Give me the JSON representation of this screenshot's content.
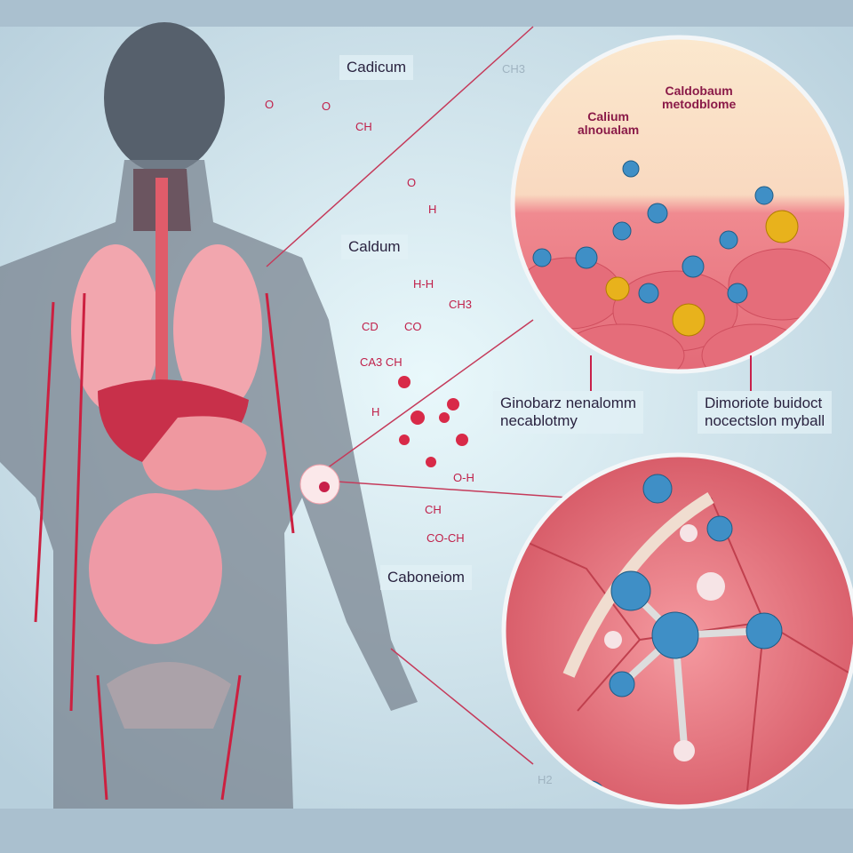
{
  "labels": {
    "top_label": "Cadicum",
    "mid_label": "Caldum",
    "bottom_label": "Caboneiom",
    "center_label": [
      "Ginobarz nenalomm",
      "necablotmy"
    ],
    "right_label": [
      "Dimoriote buidoct",
      "nocectslon myball"
    ],
    "circle_top_left": [
      "Calium",
      "alnoualam"
    ],
    "circle_top_right": [
      "Caldobaum",
      "metodblome"
    ]
  },
  "chem_fragments": [
    "O",
    "O",
    "CH",
    "O",
    "H",
    "CD",
    "CO",
    "CH3",
    "CA3 CH",
    "H-H",
    "O-H",
    "CH",
    "CO-CH",
    "H",
    "CH3",
    "H2"
  ],
  "colors": {
    "accent": "#c8204a",
    "background": "#d3e2ea",
    "atom_blue": "#3f8fc6",
    "atom_yellow": "#e8b21c",
    "tissue": "#e97a86"
  }
}
